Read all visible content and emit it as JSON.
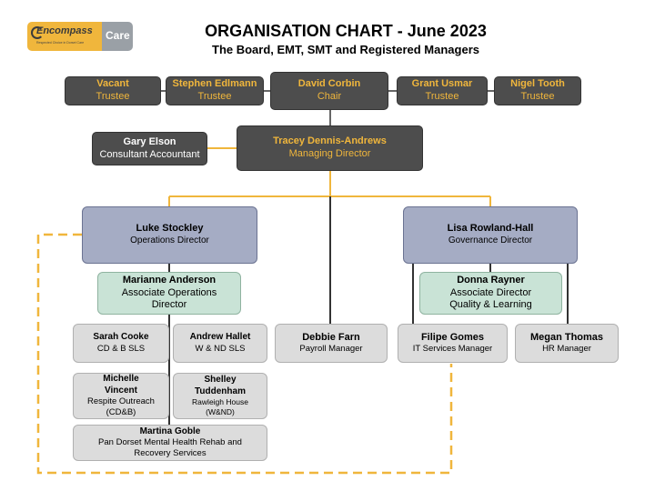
{
  "header": {
    "title": "ORGANISATION CHART  - June 2023",
    "subtitle": "The Board, EMT, SMT and Registered Managers"
  },
  "logo": {
    "name": "Encompass",
    "care": "Care",
    "tagline": "Respected Choice in Dorset Care"
  },
  "colors": {
    "board": "#4d4d4d",
    "board_text": "#f0b63c",
    "director": "#a5acc4",
    "associate": "#c9e3d6",
    "manager": "#dcdcdc",
    "connector_gold": "#f0b63c",
    "connector_dark": "#333333"
  },
  "board": [
    {
      "name": "Vacant",
      "role": "Trustee"
    },
    {
      "name": "Stephen Edlmann",
      "role": "Trustee"
    },
    {
      "name": "David Corbin",
      "role": "Chair"
    },
    {
      "name": "Grant Usmar",
      "role": "Trustee"
    },
    {
      "name": "Nigel Tooth",
      "role": "Trustee"
    }
  ],
  "accountant": {
    "name": "Gary Elson",
    "role": "Consultant Accountant"
  },
  "md": {
    "name": "Tracey Dennis-Andrews",
    "role": "Managing Director"
  },
  "directors": [
    {
      "name": "Luke Stockley",
      "role": "Operations Director"
    },
    {
      "name": "Lisa Rowland-Hall",
      "role": "Governance Director"
    }
  ],
  "associates": [
    {
      "name": "Marianne Anderson",
      "role": "Associate Operations Director"
    },
    {
      "name": "Donna Rayner",
      "role": "Associate Director Quality & Learning"
    }
  ],
  "managers": [
    {
      "name": "Sarah Cooke",
      "role": "CD & B SLS"
    },
    {
      "name": "Andrew Hallet",
      "role": "W & ND SLS"
    },
    {
      "name": "Michelle Vincent",
      "role": "Respite Outreach (CD&B)"
    },
    {
      "name": "Shelley Tuddenham",
      "role": "Rawleigh House (W&ND)"
    },
    {
      "name": "Martina Goble",
      "role": "Pan Dorset Mental Health Rehab and Recovery Services"
    },
    {
      "name": "Debbie Farn",
      "role": "Payroll Manager"
    },
    {
      "name": "Filipe Gomes",
      "role": "IT Services Manager"
    },
    {
      "name": "Megan Thomas",
      "role": "HR Manager"
    }
  ]
}
